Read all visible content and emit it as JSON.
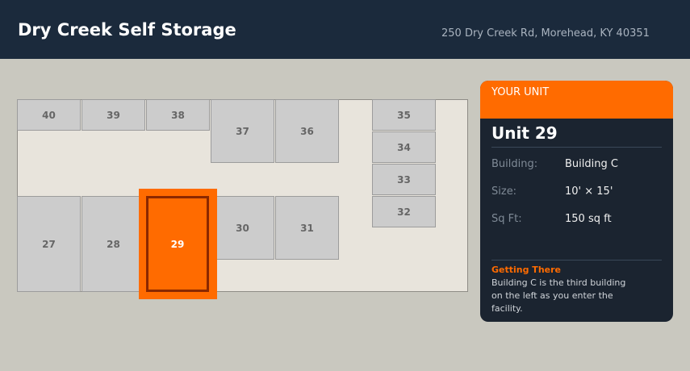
{
  "header": {
    "title": "Dry Creek Self Storage",
    "address": "250 Dry Creek Rd, Morehead, KY 40351"
  },
  "map": {
    "units": [
      "40",
      "39",
      "38",
      "37",
      "36",
      "35",
      "34",
      "33",
      "32",
      "27",
      "28",
      "29",
      "30",
      "31"
    ],
    "selected": "29"
  },
  "card": {
    "header": "YOUR UNIT",
    "title": "Unit 29",
    "building_label": "Building:",
    "building": "Building C",
    "size_label": "Size:",
    "size": "10' × 15'",
    "sqft_label": "Sq Ft:",
    "sqft": "150 sq ft",
    "directions_title": "Getting There",
    "directions": "Building C is the third building on the left as you enter the facility."
  },
  "colors": {
    "accent": "#ff6b00",
    "header": "#1b2a3c",
    "card": "#1b2430"
  }
}
